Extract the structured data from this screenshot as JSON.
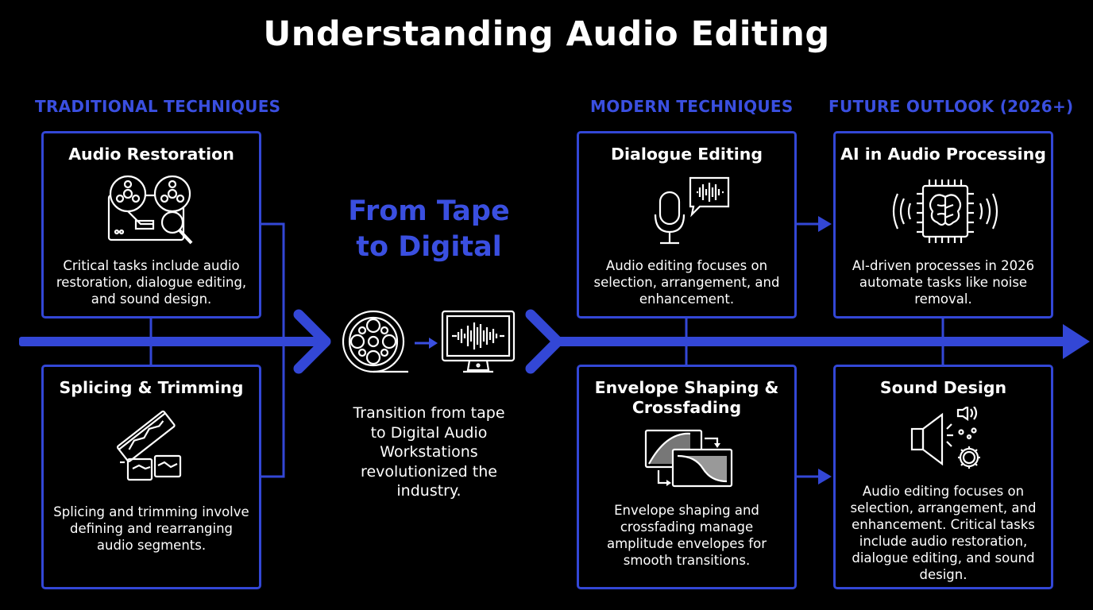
{
  "title": "Understanding Audio Editing",
  "sections": {
    "traditional": "TRADITIONAL TECHNIQUES",
    "modern": "MODERN TECHNIQUES",
    "future": "FUTURE OUTLOOK (2026+)"
  },
  "center": {
    "title_line1": "From Tape",
    "title_line2": "to Digital",
    "desc_lines": [
      "Transition from tape",
      "to Digital Audio",
      "Workstations",
      "revolutionized the",
      "industry."
    ]
  },
  "cards": {
    "audio_restoration": {
      "title": "Audio Restoration",
      "desc_lines": [
        "Critical tasks include audio",
        "restoration, dialogue editing,",
        "and sound design."
      ]
    },
    "splicing": {
      "title": "Splicing & Trimming",
      "desc_lines": [
        "Splicing and trimming involve",
        "defining and rearranging",
        "audio segments."
      ]
    },
    "dialogue": {
      "title": "Dialogue Editing",
      "desc_lines": [
        "Audio editing focuses on",
        "selection, arrangement, and",
        "enhancement."
      ]
    },
    "envelope": {
      "title_line1": "Envelope Shaping &",
      "title_line2": "Crossfading",
      "desc_lines": [
        "Envelope shaping and",
        "crossfading manage",
        "amplitude envelopes for",
        "smooth transitions."
      ]
    },
    "ai": {
      "title": "AI in Audio Processing",
      "desc_lines": [
        "AI-driven processes in 2026",
        "automate tasks like noise",
        "removal."
      ]
    },
    "sound_design": {
      "title": "Sound Design",
      "desc_lines": [
        "Audio editing focuses on",
        "selection, arrangement, and",
        "enhancement. Critical tasks",
        "include audio restoration,",
        "dialogue editing, and sound",
        "design."
      ]
    }
  },
  "colors": {
    "accent": "#3a4fe0",
    "border": "#3347d6",
    "background": "#000000"
  },
  "icons": [
    "reel-to-reel-search-icon",
    "razor-blade-icon",
    "film-reel-icon",
    "monitor-waveform-icon",
    "microphone-speech-icon",
    "envelope-crossfade-icon",
    "ai-brain-chip-icon",
    "speaker-gear-icon"
  ]
}
